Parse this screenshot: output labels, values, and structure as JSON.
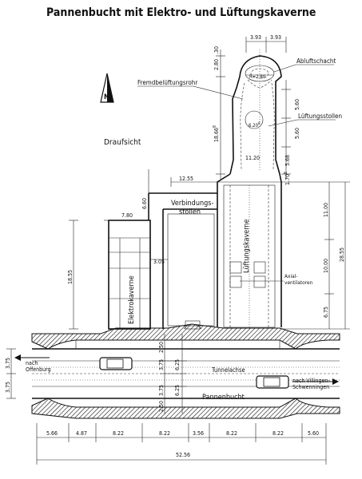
{
  "title": "Pannenbucht mit Elektro- und Lüftungskaverne",
  "view_label": "Draufsicht",
  "north_label": "N",
  "labels": {
    "abluftschacht": "Abluftschacht",
    "fremdbelueftungsrohr": "Fremdbelüftungsrohr",
    "lueftungsstollen": "Lüftungsstollen",
    "verbindungsstollen": "Verbindungs-\nstollen",
    "lueftungskaverne": "Lüftungskaverne",
    "axialventilatoren": "Axial-\nventilatoren",
    "elektrokaverne": "Elektrokaverne",
    "tunnelachse": "Tunnelachse",
    "pannenbucht": "Pannenbucht",
    "nach_offenburg": "nach\nOffenburg",
    "nach_villingen": "nach Villingen-\nSchwenningen"
  },
  "dimensions": {
    "top_left": "3.93",
    "top_right": "3.93",
    "d_280": "2.80",
    "d_30": ".30",
    "radius": "R=2.80",
    "d_1866": "18.66",
    "d_1866_sup": "8",
    "d_560a": "5.60",
    "d_560b": "5.60",
    "d_568": "5.68",
    "d_620": "6.20",
    "d_620_sup": "8",
    "d_1120": "11.20",
    "d_1255": "12.55",
    "d_170": "1.70",
    "d_170_sup": "8",
    "d_660": "6.60",
    "d_780": "7.80",
    "d_1100": "11.00",
    "d_2855": "28.55",
    "d_1000": "10.00",
    "d_305": "3.05",
    "d_1855": "18.55",
    "d_675": "6.75",
    "left_375a": "3.75",
    "left_375b": "3.75",
    "mid_250a": "2.50",
    "mid_375a": "3.75",
    "mid_625a": "6.25",
    "mid_625b": "6.25",
    "mid_375b": "3.75",
    "mid_250b": "2.50",
    "bottom_segments": [
      "5.66",
      "4.87",
      "8.22",
      "8.22",
      "3.56",
      "8.22",
      "8.22",
      "5.60"
    ],
    "bottom_total": "52.56"
  }
}
